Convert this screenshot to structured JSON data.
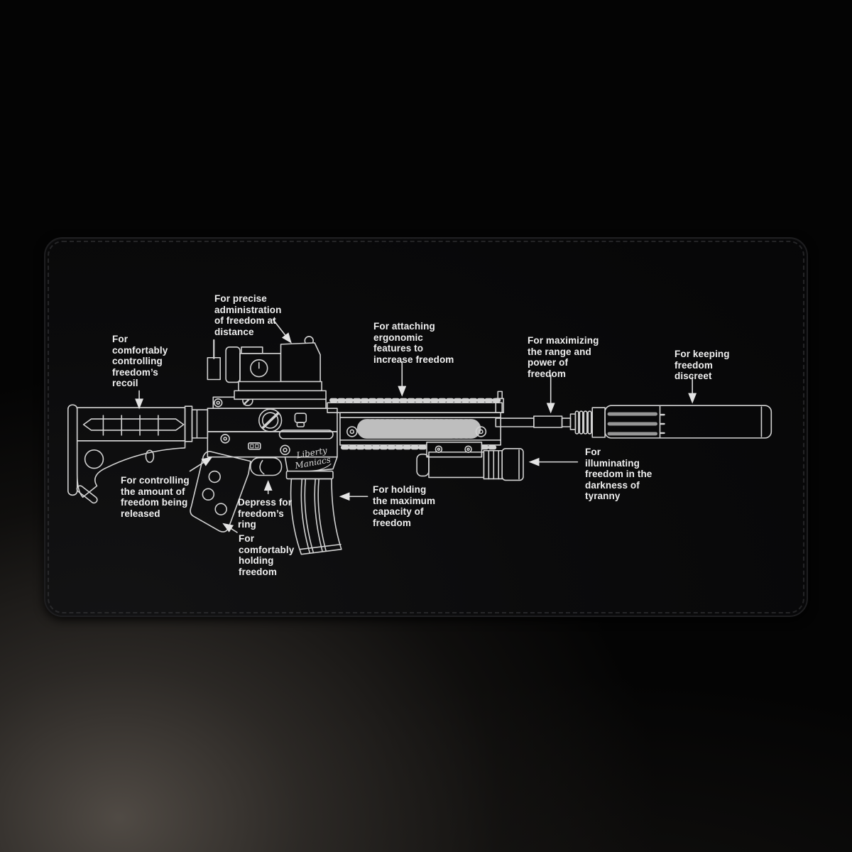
{
  "scene": {
    "product": "annotated-rifle-desk-mat-photo",
    "colors": {
      "background": "#040404",
      "desk_highlight": "#544e48",
      "mat_surface": "#0a0a0b",
      "stitch": "#3c3c3f",
      "line_art": "#d2d2d2",
      "label_text": "#efefef"
    }
  },
  "brand": {
    "line1": "Liberty",
    "line2": "Maniacs"
  },
  "labels": {
    "recoil": {
      "text": "For\ncomfortably\ncontrolling\nfreedom’s\nrecoil"
    },
    "scope": {
      "text": "For precise\nadministration\nof freedom at\ndistance"
    },
    "rail": {
      "text": "For attaching\nergonomic\nfeatures to\nincrease freedom"
    },
    "barrel": {
      "text": "For maximizing\nthe range and\npower of\nfreedom"
    },
    "suppressor": {
      "text": "For keeping\nfreedom\ndiscreet"
    },
    "selector": {
      "text": "For controlling\nthe amount of\nfreedom being\nreleased"
    },
    "trigger": {
      "text": "Depress for\nfreedom’s\nring"
    },
    "grip": {
      "text": "For\ncomfortably\nholding\nfreedom"
    },
    "magazine": {
      "text": "For holding\nthe maximum\ncapacity of\nfreedom"
    },
    "light": {
      "text": "For\nilluminating\nfreedom in the\ndarkness of\ntyranny"
    }
  }
}
